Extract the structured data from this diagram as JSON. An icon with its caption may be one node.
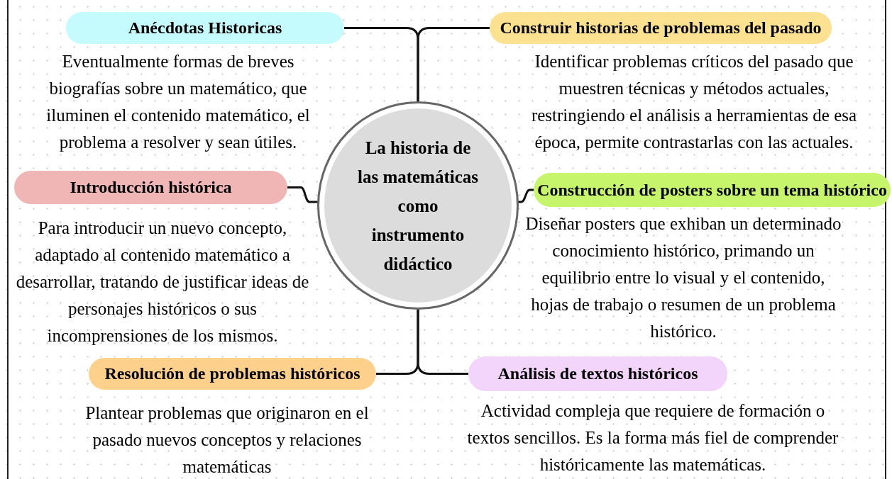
{
  "diagram": {
    "nodes": [
      {
        "text": [
          "La historia de las matemáticas como instrumento didáctico"
        ]
      },
      {
        "text": [
          "Anécdotas Historicas"
        ],
        "beside": [
          "Eventualmente formas de breves biografías sobre un matemático, que iluminen el contenido matemático, el problema a resolver y sean útiles."
        ]
      },
      {
        "text": [
          "Construir historias de problemas del pasado"
        ],
        "beside": [
          "Identificar problemas críticos del pasado que muestren técnicas y métodos actuales, restringiendo el análisis a herramientas de esa época, permite contrastarlas con las actuales."
        ]
      },
      {
        "text": [
          "Introducción histórica"
        ],
        "beside": [
          "Para introducir un nuevo concepto, adaptado al contenido matemático a desarrollar, tratando de justificar ideas de personajes históricos o sus incomprensiones de los mismos."
        ]
      },
      {
        "text": [
          "Construcción de posters sobre un tema histórico"
        ],
        "beside": [
          "Diseñar posters que exhiban un determinado conocimiento histórico, primando un equilibrio entre lo visual y el contenido, hojas de trabajo o resumen de un problema histórico."
        ]
      },
      {
        "text": [
          "Resolución de problemas históricos"
        ],
        "beside": [
          "Plantear problemas que originaron en el pasado nuevos conceptos y relaciones matemáticas"
        ]
      },
      {
        "text": [
          "Análisis de textos históricos"
        ],
        "beside": [
          "Actividad compleja que requiere de formación o textos sencillos. Es la forma más fiel de comprender históricamente las matemáticas."
        ]
      }
    ],
    "edges": [
      {
        "from": 0,
        "to": 1,
        "arrow": "none"
      },
      {
        "from": 0,
        "to": 2,
        "arrow": "none"
      },
      {
        "from": 0,
        "to": 3,
        "arrow": "none"
      },
      {
        "from": 0,
        "to": 4,
        "arrow": "none"
      },
      {
        "from": 0,
        "to": 5,
        "arrow": "none"
      },
      {
        "from": 0,
        "to": 6,
        "arrow": "none"
      }
    ]
  }
}
